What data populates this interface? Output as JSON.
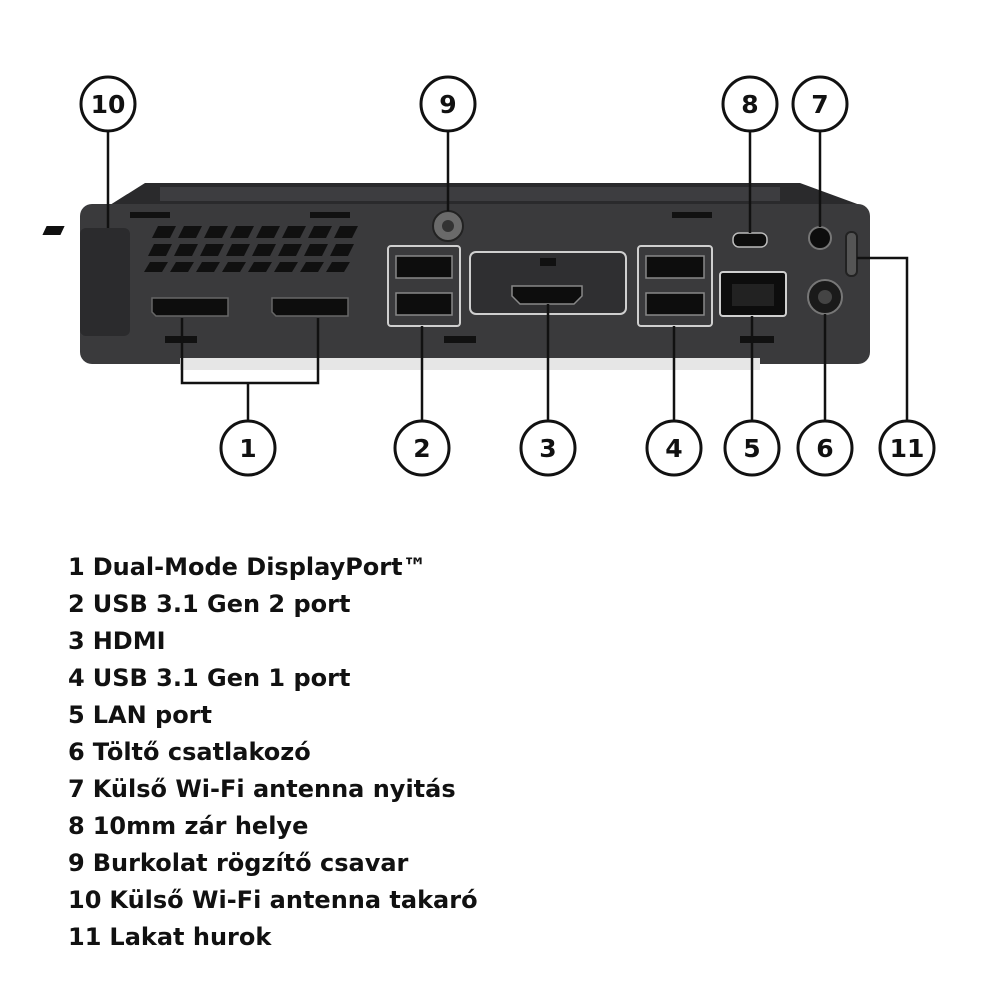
{
  "callouts": [
    "1",
    "2",
    "3",
    "4",
    "5",
    "6",
    "7",
    "8",
    "9",
    "10",
    "11"
  ],
  "legend": [
    {
      "num": "1",
      "text": "Dual-Mode DisplayPort™"
    },
    {
      "num": "2",
      "text": "USB 3.1 Gen 2 port"
    },
    {
      "num": "3",
      "text": "HDMI"
    },
    {
      "num": "4",
      "text": "USB 3.1 Gen 1 port"
    },
    {
      "num": "5",
      "text": "LAN port"
    },
    {
      "num": "6",
      "text": "Töltő csatlakozó"
    },
    {
      "num": "7",
      "text": "Külső Wi-Fi antenna nyitás"
    },
    {
      "num": "8",
      "text": "10mm zár helye"
    },
    {
      "num": "9",
      "text": "Burkolat rögzítő csavar"
    },
    {
      "num": "10",
      "text": "Külső Wi-Fi antenna takaró"
    },
    {
      "num": "11",
      "text": "Lakat hurok"
    }
  ],
  "colors": {
    "chassis": "#3a3a3c",
    "chassis_dark": "#1c1c1e",
    "port": "#101010",
    "line": "#111111"
  }
}
